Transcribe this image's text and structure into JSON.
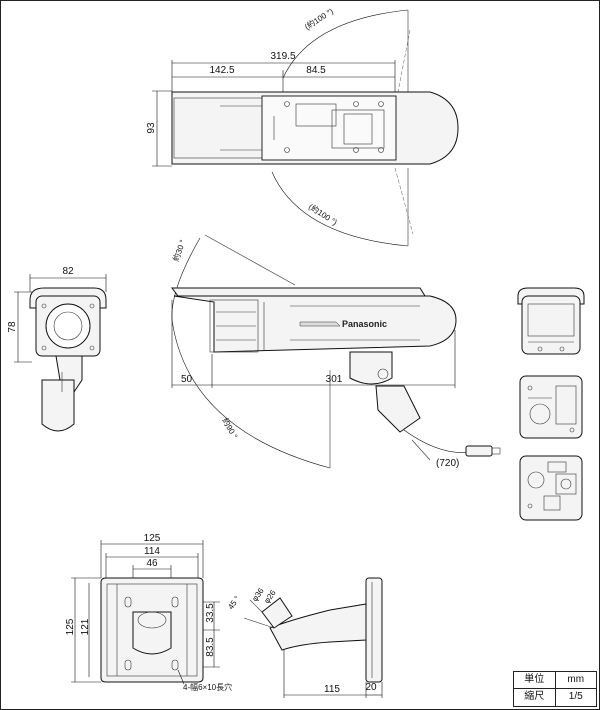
{
  "top_view": {
    "dim_total": "319.5",
    "dim_left": "142.5",
    "dim_mid": "84.5",
    "dim_height": "93",
    "angle_top": "(約100 °)",
    "angle_bottom": "(約100 °)"
  },
  "front_view": {
    "dim_width": "82",
    "dim_height": "78"
  },
  "side_view": {
    "angle_up": "約30 °",
    "angle_down": "約90 °",
    "dim_front": "50",
    "dim_length": "301",
    "cable": "(720)",
    "brand": "Panasonic"
  },
  "bracket_view": {
    "dim_125w": "125",
    "dim_114": "114",
    "dim_46": "46",
    "dim_125h": "125",
    "dim_121": "121",
    "dim_335": "33.5",
    "dim_835": "83.5",
    "holes": "4-幅6×10長穴"
  },
  "bracket_side": {
    "angle": "45 °",
    "dim_36": "φ36",
    "dim_26": "φ26",
    "dim_115": "115",
    "dim_20": "20"
  },
  "legend": {
    "unit_label": "単位",
    "unit_value": "mm",
    "scale_label": "縮尺",
    "scale_value": "1/5"
  }
}
